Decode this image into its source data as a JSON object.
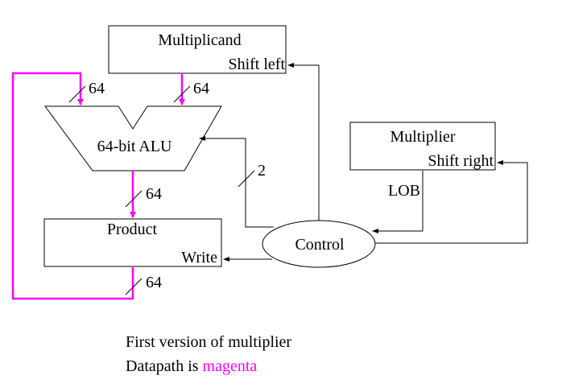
{
  "diagram": {
    "colors": {
      "datapath": "#ff00ff",
      "control": "#000000"
    },
    "multiplicand": {
      "title": "Multiplicand",
      "port": "Shift left"
    },
    "alu": {
      "label": "64-bit ALU"
    },
    "product": {
      "title": "Product",
      "port": "Write"
    },
    "multiplier": {
      "title": "Multiplier",
      "port": "Shift right",
      "output": "LOB"
    },
    "control": {
      "label": "Control"
    },
    "bus_widths": {
      "alu_left_in": "64",
      "alu_right_in": "64",
      "alu_out": "64",
      "product_out": "64",
      "alu_control": "2"
    },
    "caption": {
      "line1": "First version of multiplier",
      "line2_prefix": "Datapath is ",
      "line2_highlight": "magenta"
    }
  }
}
